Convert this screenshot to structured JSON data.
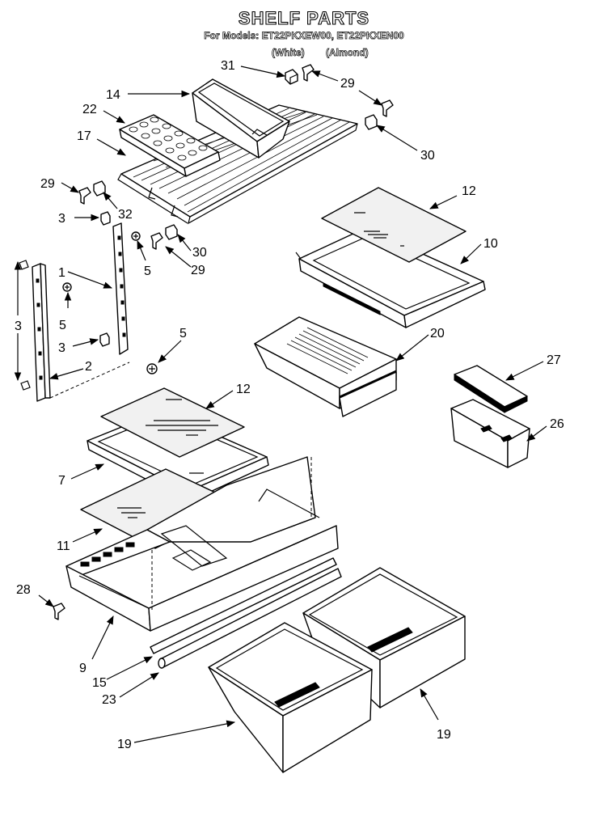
{
  "title": "SHELF PARTS",
  "models_line": "For Models: ET22PKXEW00, ET22PKXEN00",
  "variants": [
    "(White)",
    "(Almond)"
  ],
  "callouts": {
    "c31": "31",
    "c29a": "29",
    "c14": "14",
    "c22": "22",
    "c17": "17",
    "c30a": "30",
    "c29b": "29",
    "c32": "32",
    "c3a": "3",
    "c12a": "12",
    "c10": "10",
    "c5a": "5",
    "c30b": "30",
    "c29c": "29",
    "c1": "1",
    "c3b": "3",
    "c5b": "5",
    "c3c": "3",
    "c5c": "5",
    "c2": "2",
    "c20": "20",
    "c27": "27",
    "c12b": "12",
    "c26": "26",
    "c7": "7",
    "c11": "11",
    "c28": "28",
    "c9": "9",
    "c15": "15",
    "c23": "23",
    "c19a": "19",
    "c19b": "19"
  }
}
